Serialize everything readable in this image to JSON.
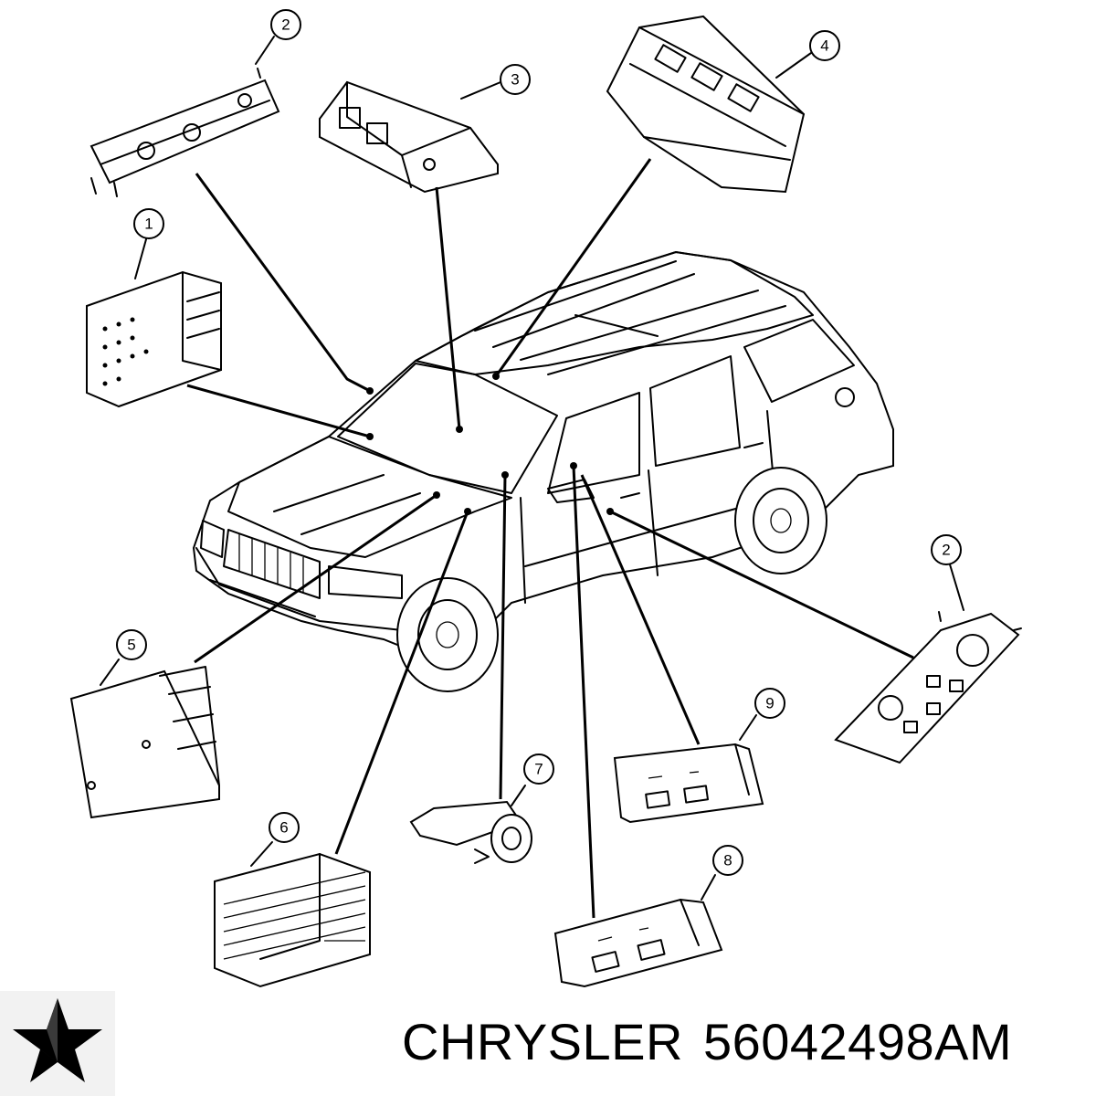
{
  "callouts": [
    {
      "id": "1",
      "label": "1"
    },
    {
      "id": "2a",
      "label": "2"
    },
    {
      "id": "2b",
      "label": "2"
    },
    {
      "id": "3",
      "label": "3"
    },
    {
      "id": "4",
      "label": "4"
    },
    {
      "id": "5",
      "label": "5"
    },
    {
      "id": "6",
      "label": "6"
    },
    {
      "id": "7",
      "label": "7"
    },
    {
      "id": "8",
      "label": "8"
    },
    {
      "id": "9",
      "label": "9"
    }
  ],
  "footer": {
    "brand": "CHRYSLER",
    "part_number": "56042498AM"
  },
  "logo": {
    "icon": "chrysler-pentastar-icon"
  }
}
